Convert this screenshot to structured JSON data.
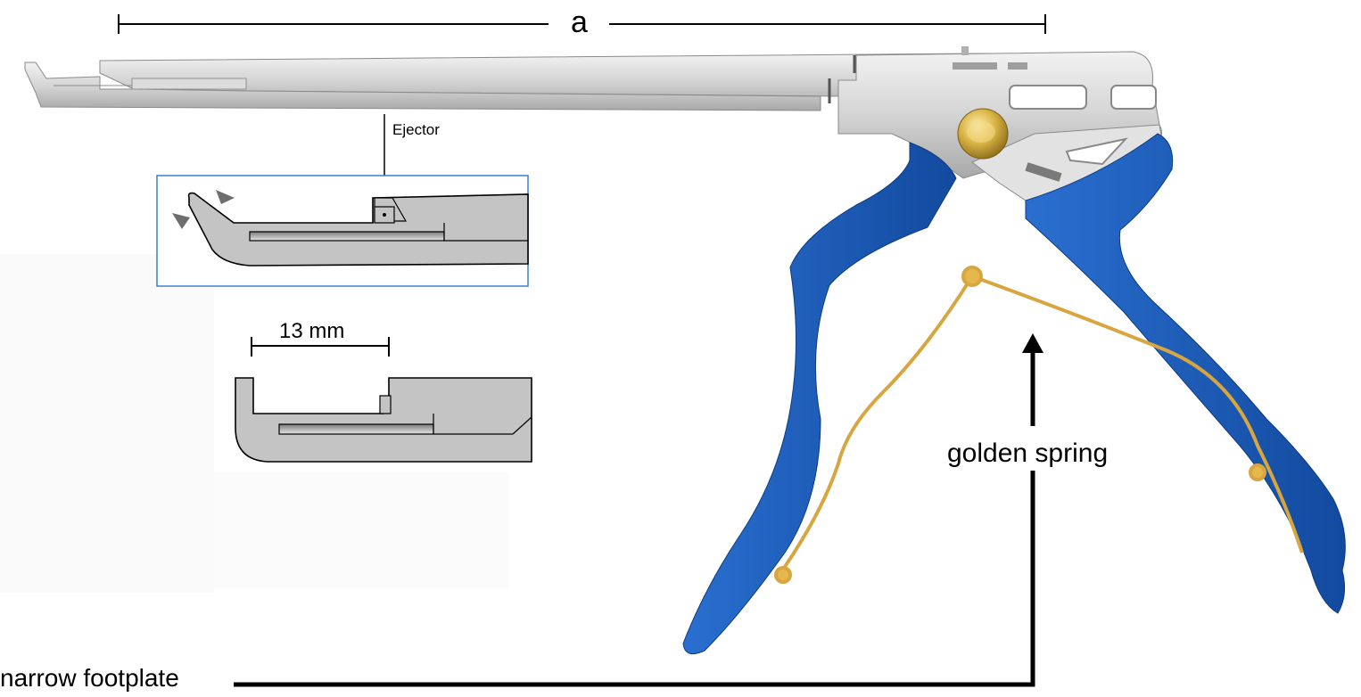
{
  "labels": {
    "dimension_a": "a",
    "ejector": "Ejector",
    "footplate_width": "13 mm",
    "golden_spring": "golden spring",
    "narrow_footplate": "narrow footplate"
  },
  "colors": {
    "steel_light": "#e6e6e6",
    "steel_mid": "#c8c8c8",
    "steel_dark": "#9a9a9a",
    "handle_blue": "#1e5fc0",
    "handle_blue_dark": "#124a9e",
    "spring_gold": "#d8a640",
    "screw_gold": "#d9b445",
    "inset_border": "#3a82c8",
    "diagram_gray": "#c4c4c4"
  }
}
